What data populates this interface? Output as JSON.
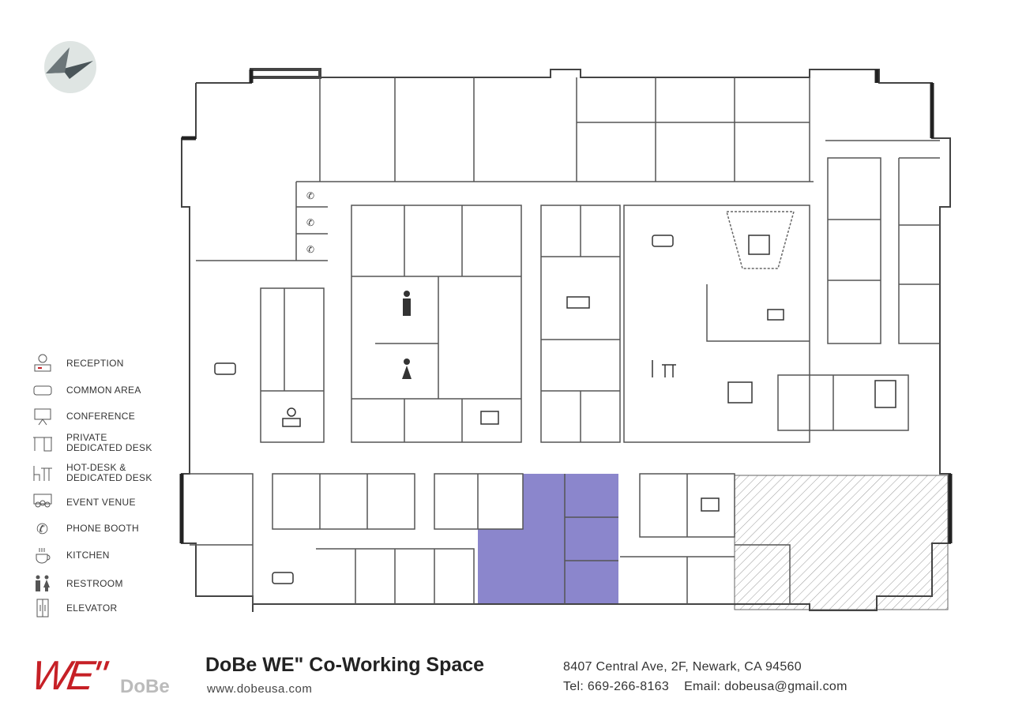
{
  "legend": [
    {
      "icon": "reception-icon",
      "label": "RECEPTION"
    },
    {
      "icon": "common-area-icon",
      "label": "COMMON AREA"
    },
    {
      "icon": "conference-icon",
      "label": "CONFERENCE"
    },
    {
      "icon": "private-desk-icon",
      "label": "PRIVATE\nDEDICATED DESK"
    },
    {
      "icon": "hot-desk-icon",
      "label": "HOT-DESK &\nDEDICATED DESK"
    },
    {
      "icon": "event-venue-icon",
      "label": "EVENT VENUE"
    },
    {
      "icon": "phone-icon",
      "label": "PHONE BOOTH"
    },
    {
      "icon": "kitchen-icon",
      "label": "KITCHEN"
    },
    {
      "icon": "restroom-icon",
      "label": "RESTROOM"
    },
    {
      "icon": "elevator-icon",
      "label": "ELEVATOR"
    }
  ],
  "footer": {
    "logo_we": "WE\"",
    "logo_dobe": "DoBe",
    "title": "DoBe WE\" Co-Working Space",
    "url": "www.dobeusa.com",
    "address": "8407 Central Ave, 2F, Newark, CA 94560",
    "contact": "Tel: 669-266-8163    Email: dobeusa@gmail.com"
  },
  "colors": {
    "highlight": "#8b86cc",
    "wall": "#333333",
    "hatch": "#999999",
    "compass": "#dfe5e3"
  }
}
